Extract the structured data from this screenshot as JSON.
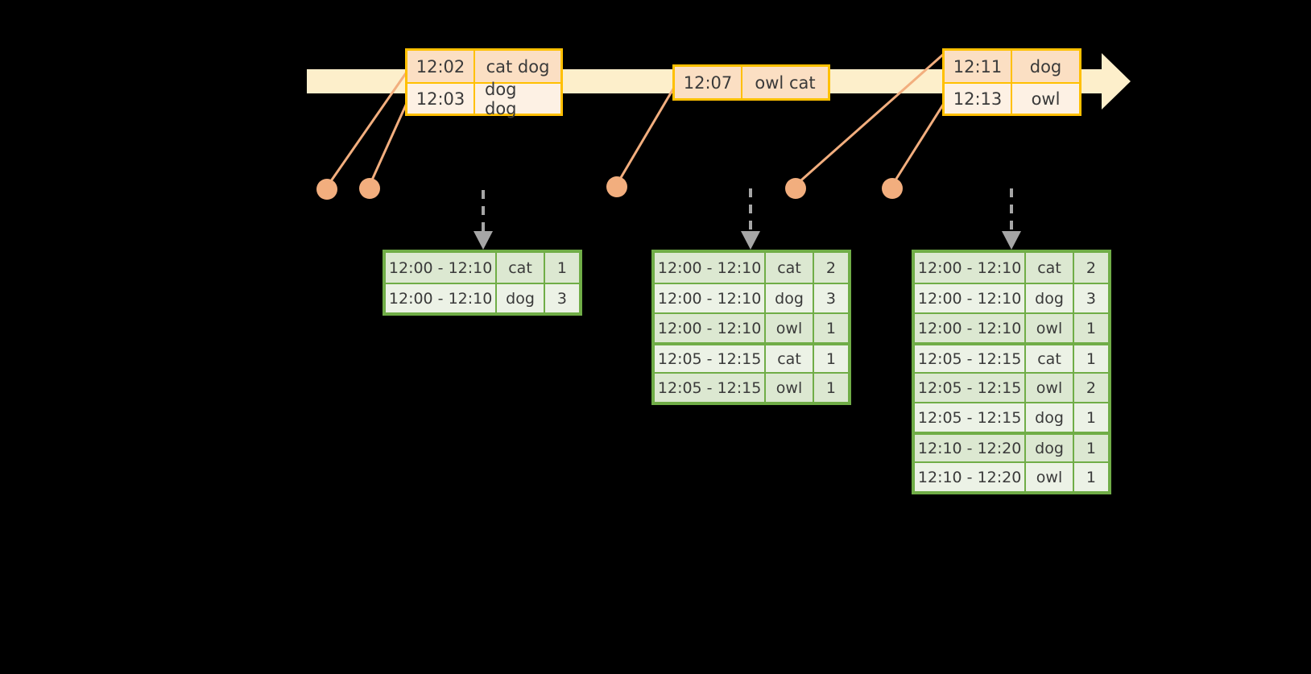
{
  "colors": {
    "background": "#000000",
    "timeline_bar": "#FDEFCB",
    "event_border": "#FFC000",
    "event_fill_dark": "#FBDFC3",
    "event_fill_light": "#FDF1E4",
    "dot": "#F2AE7E",
    "connector": "#F2AE7E",
    "table_border": "#70AD47",
    "table_fill_dark": "#DCE8D1",
    "table_fill_light": "#ECF2E6",
    "arrow": "#A6A6A6",
    "text": "#3A3A3A"
  },
  "timeline": {
    "name": "event-stream-timeline",
    "direction_icon": "right-arrow-icon",
    "events": [
      {
        "id": "event-group-1",
        "rows": [
          {
            "time": "12:02",
            "words": "cat dog"
          },
          {
            "time": "12:03",
            "words": "dog dog"
          }
        ]
      },
      {
        "id": "event-group-2",
        "rows": [
          {
            "time": "12:07",
            "words": "owl cat"
          }
        ]
      },
      {
        "id": "event-group-3",
        "rows": [
          {
            "time": "12:11",
            "words": "dog"
          },
          {
            "time": "12:13",
            "words": "owl"
          }
        ]
      }
    ]
  },
  "markers": [
    {
      "name": "event-dot-1"
    },
    {
      "name": "event-dot-2"
    },
    {
      "name": "event-dot-3"
    },
    {
      "name": "event-dot-4"
    },
    {
      "name": "event-dot-5"
    }
  ],
  "results": {
    "columns": [
      "window",
      "word",
      "count"
    ],
    "tables": [
      {
        "name": "result-table-1",
        "rows": [
          {
            "window": "12:00 - 12:10",
            "word": "cat",
            "count": "1",
            "group": 0
          },
          {
            "window": "12:00 - 12:10",
            "word": "dog",
            "count": "3",
            "group": 0
          }
        ]
      },
      {
        "name": "result-table-2",
        "rows": [
          {
            "window": "12:00 - 12:10",
            "word": "cat",
            "count": "2",
            "group": 0
          },
          {
            "window": "12:00 - 12:10",
            "word": "dog",
            "count": "3",
            "group": 0
          },
          {
            "window": "12:00 - 12:10",
            "word": "owl",
            "count": "1",
            "group": 0
          },
          {
            "window": "12:05 - 12:15",
            "word": "cat",
            "count": "1",
            "group": 1
          },
          {
            "window": "12:05 - 12:15",
            "word": "owl",
            "count": "1",
            "group": 1
          }
        ]
      },
      {
        "name": "result-table-3",
        "rows": [
          {
            "window": "12:00 - 12:10",
            "word": "cat",
            "count": "2",
            "group": 0
          },
          {
            "window": "12:00 - 12:10",
            "word": "dog",
            "count": "3",
            "group": 0
          },
          {
            "window": "12:00 - 12:10",
            "word": "owl",
            "count": "1",
            "group": 0
          },
          {
            "window": "12:05 - 12:15",
            "word": "cat",
            "count": "1",
            "group": 1
          },
          {
            "window": "12:05 - 12:15",
            "word": "owl",
            "count": "2",
            "group": 1
          },
          {
            "window": "12:05 - 12:15",
            "word": "dog",
            "count": "1",
            "group": 1
          },
          {
            "window": "12:10 - 12:20",
            "word": "dog",
            "count": "1",
            "group": 2
          },
          {
            "window": "12:10 - 12:20",
            "word": "owl",
            "count": "1",
            "group": 2
          }
        ]
      }
    ]
  },
  "arrows": [
    {
      "name": "emit-arrow-1"
    },
    {
      "name": "emit-arrow-2"
    },
    {
      "name": "emit-arrow-3"
    }
  ]
}
